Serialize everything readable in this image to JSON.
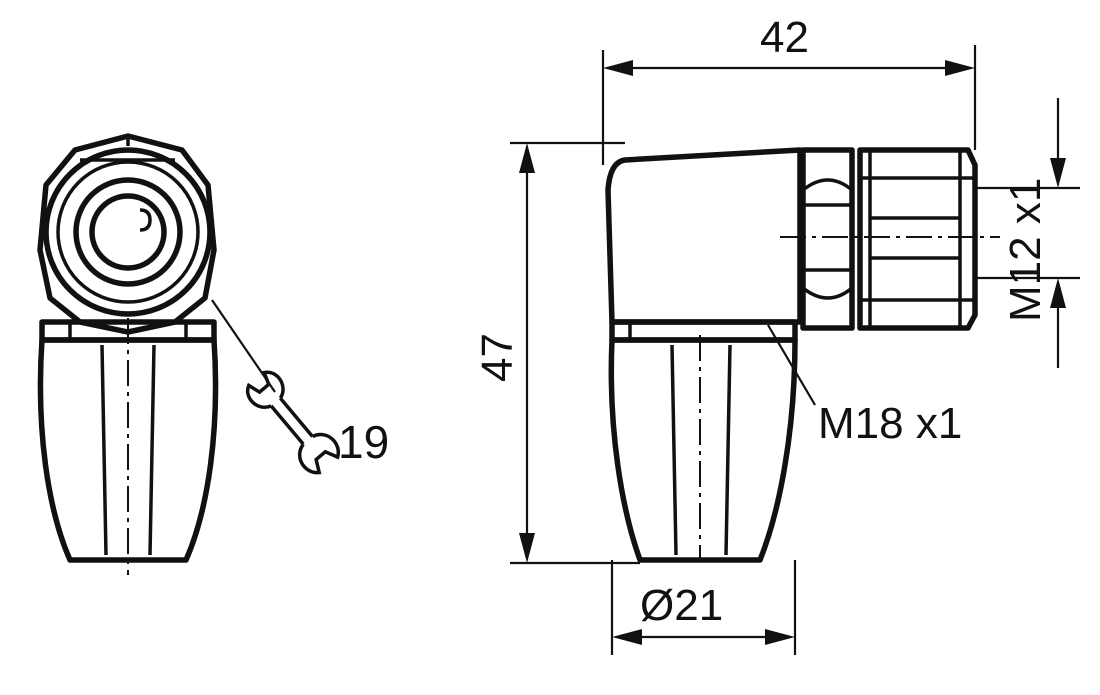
{
  "dimensions": {
    "width": "42",
    "height": "47",
    "thread_large": "M18 x1",
    "thread_small": "M12 x1",
    "diameter": "Ø21",
    "wrench": "19"
  },
  "icons": {
    "wrench": "wrench-icon"
  }
}
